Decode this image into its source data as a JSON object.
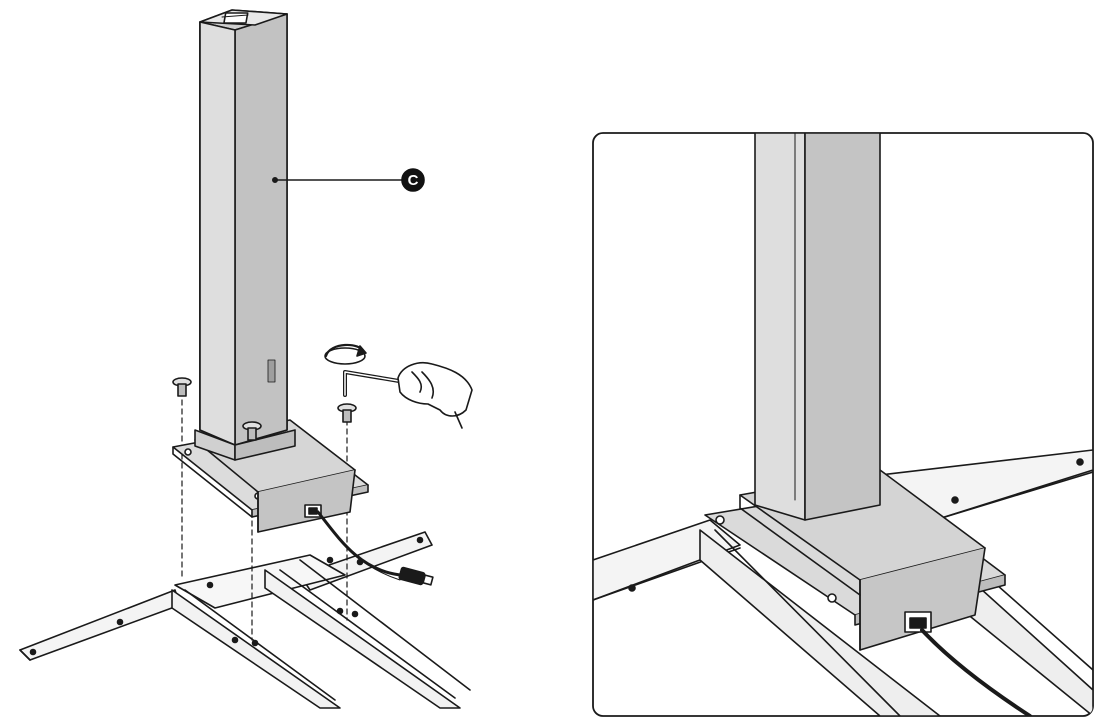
{
  "diagram": {
    "callouts": [
      {
        "letter": "C",
        "target": "column-leg"
      }
    ],
    "hint_arrow": "clockwise-rotation",
    "views": [
      "assembly-view",
      "detail-view"
    ],
    "colors": {
      "line": "#1a1a1a",
      "column_fill": "#cfcfcf",
      "column_light": "#e6e6e6",
      "column_dark": "#a9a9a9",
      "callout_fill": "#111111"
    }
  }
}
